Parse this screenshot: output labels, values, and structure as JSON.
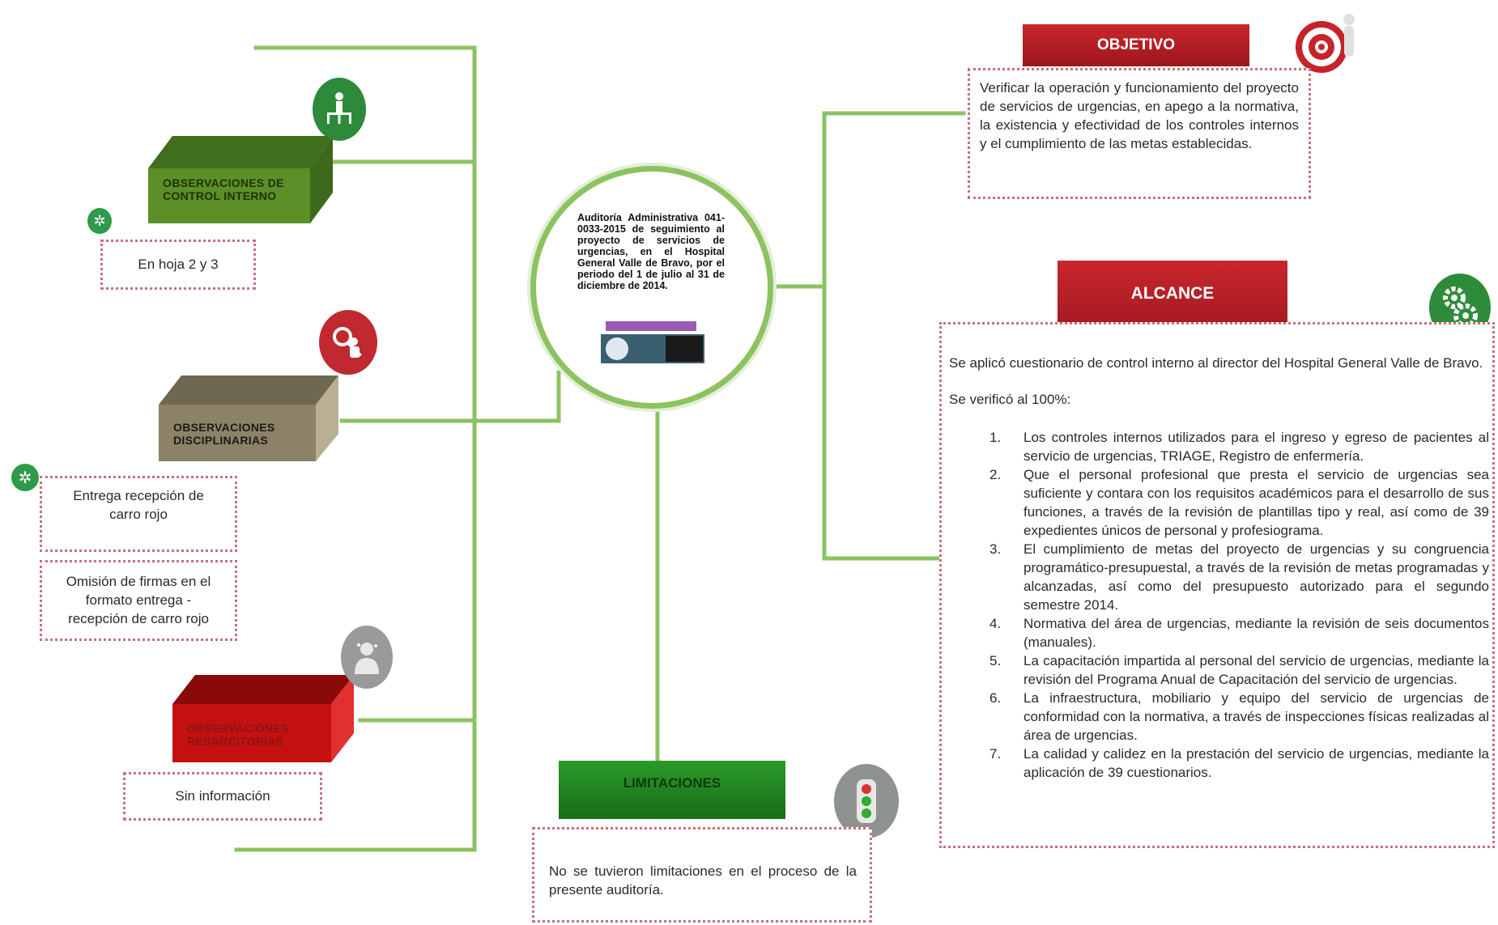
{
  "center": {
    "title": "Auditoría Administrativa 041-0033-2015 de seguimiento al proyecto de servicios de urgencias, en el Hospital General Valle de Bravo, por el periodo del 1 de julio al 31 de diciembre de 2014."
  },
  "objetivo": {
    "header": "OBJETIVO",
    "text": "Verificar la operación y funcionamiento del proyecto de servicios de urgencias, en apego a la normativa, la existencia y efectividad de los controles internos y el cumplimiento de las metas establecidas."
  },
  "alcance": {
    "header": "ALCANCE",
    "intro": "Se aplicó cuestionario de control interno al director del Hospital General Valle de Bravo.",
    "verified": "Se verificó al 100%:",
    "items": [
      {
        "num": "1.",
        "text": "Los controles internos utilizados para el ingreso y egreso de pacientes al servicio de urgencias, TRIAGE, Registro de enfermería."
      },
      {
        "num": "2.",
        "text": "Que el personal profesional que presta el servicio de urgencias sea suficiente y contara con los requisitos académicos para el desarrollo de sus funciones, a través de la revisión de plantillas tipo y real, así como de 39 expedientes únicos de personal y profesiograma."
      },
      {
        "num": "3.",
        "text": "El cumplimiento de metas del proyecto de urgencias y su congruencia programático-presupuestal, a través de la revisión de metas programadas y alcanzadas, así como del presupuesto autorizado para el segundo semestre 2014."
      },
      {
        "num": "4.",
        "text": "Normativa del área de urgencias, mediante la revisión de seis documentos (manuales)."
      },
      {
        "num": "5.",
        "text": "La capacitación impartida al personal del servicio de urgencias, mediante la revisión del Programa Anual de Capacitación del servicio de urgencias."
      },
      {
        "num": "6.",
        "text": "La infraestructura, mobiliario y equipo del servicio de urgencias de conformidad con la normativa, a través de inspecciones físicas realizadas al área de urgencias."
      },
      {
        "num": "7.",
        "text": "La calidad y calidez en la prestación del servicio de urgencias, mediante la aplicación de 39 cuestionarios."
      }
    ]
  },
  "limitaciones": {
    "header": "LIMITACIONES",
    "text": "No se tuvieron limitaciones en el proceso de la presente auditoría."
  },
  "observations": {
    "control_interno": {
      "label": "OBSERVACIONES DE CONTROL INTERNO",
      "note": "En hoja 2 y 3"
    },
    "disciplinarias": {
      "label": "OBSERVACIONES DISCIPLINARIAS",
      "note1": "Entrega recepción de carro rojo",
      "note2": "Omisión de firmas en el formato entrega - recepción de carro rojo"
    },
    "resarcitorias": {
      "label": "OBSERVACIONES RESARCITORIAS",
      "note": "Sin información"
    }
  },
  "icons": {
    "control": "org-chart-icon",
    "disciplinarias": "magnifier-person-icon",
    "resarcitorias": "person-icon",
    "objetivo": "target-icon",
    "alcance": "gears-icon",
    "limitaciones": "traffic-light-icon",
    "bullets": "spark-icon"
  },
  "colors": {
    "connector": "#8cc360",
    "header_red": "#b51c24",
    "header_green": "#1f7f1e",
    "cube_green": "#5b8f27",
    "cube_khaki": "#8b8268",
    "cube_red": "#c41010",
    "dotted_border": "#c8707a"
  }
}
